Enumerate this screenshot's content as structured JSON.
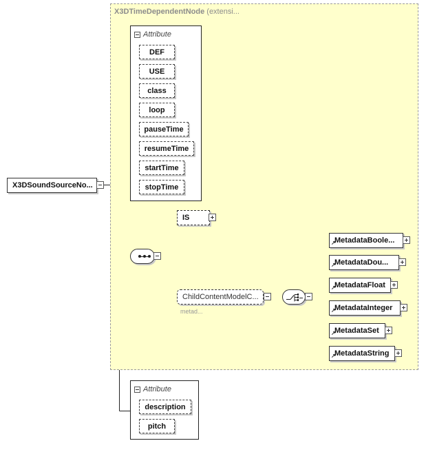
{
  "root": {
    "name": "X3DSoundSourceNo..."
  },
  "extension": {
    "type_name": "X3DTimeDependentNode",
    "suffix": "(extensi..."
  },
  "attribute_group_1": {
    "label": "Attribute",
    "items": [
      "DEF",
      "USE",
      "class",
      "loop",
      "pauseTime",
      "resumeTime",
      "startTime",
      "stopTime"
    ]
  },
  "sequence": {
    "is_element": "IS",
    "child_model": "ChildContentModelC...",
    "child_model_note": "metad...",
    "choice_items": [
      "MetadataBoole...",
      "MetadataDou...",
      "MetadataFloat",
      "MetadataInteger",
      "MetadataSet",
      "MetadataString"
    ]
  },
  "attribute_group_2": {
    "label": "Attribute",
    "items": [
      "description",
      "pitch"
    ]
  }
}
